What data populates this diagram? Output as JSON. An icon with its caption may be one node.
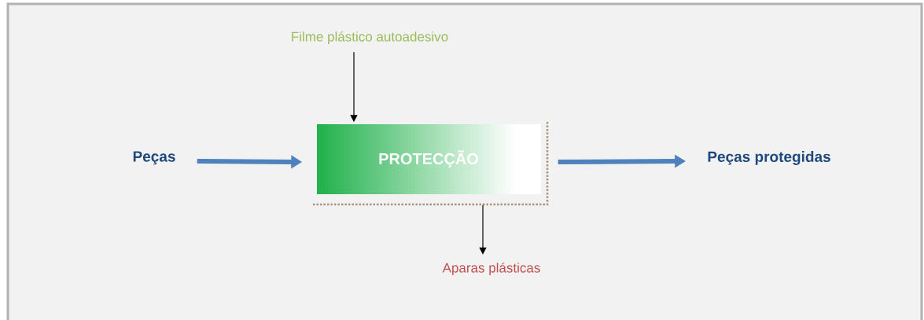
{
  "diagram": {
    "nodes": [
      {
        "text": [
          "Filme plástico autoadesivo"
        ]
      },
      {
        "text": [
          "Peças"
        ]
      },
      {
        "text": [
          "PROTECÇÃO"
        ]
      },
      {
        "text": [
          "Peças protegidas"
        ]
      },
      {
        "text": [
          "Aparas plásticas"
        ]
      }
    ],
    "edges": [
      {
        "from": 0,
        "to": 2,
        "arrow": "to"
      },
      {
        "from": 1,
        "to": 2,
        "arrow": "to",
        "style": "thick",
        "color": "#4f81bd"
      },
      {
        "from": 2,
        "to": 3,
        "arrow": "to",
        "style": "thick",
        "color": "#4f81bd"
      },
      {
        "from": 2,
        "to": 4,
        "arrow": "to"
      }
    ]
  }
}
